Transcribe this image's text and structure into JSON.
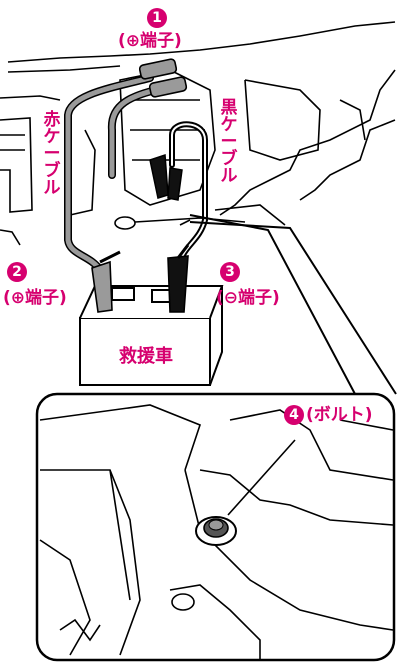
{
  "labels": {
    "n1": "1",
    "n1_text": "(⊕端子)",
    "n2": "2",
    "n2_text": "(⊕端子)",
    "n3": "3",
    "n3_text": "(⊖端子)",
    "n4": "4",
    "n4_text": "(ボルト)",
    "red_cable": [
      "赤",
      "ケ",
      "ー",
      "ブ",
      "ル"
    ],
    "black_cable": [
      "黒",
      "ケ",
      "ー",
      "ブ",
      "ル"
    ],
    "rescue_vehicle": "救援車"
  },
  "colors": {
    "accent": "#d6006f",
    "line": "#000000",
    "cable_gray": "#9a9a9a"
  }
}
